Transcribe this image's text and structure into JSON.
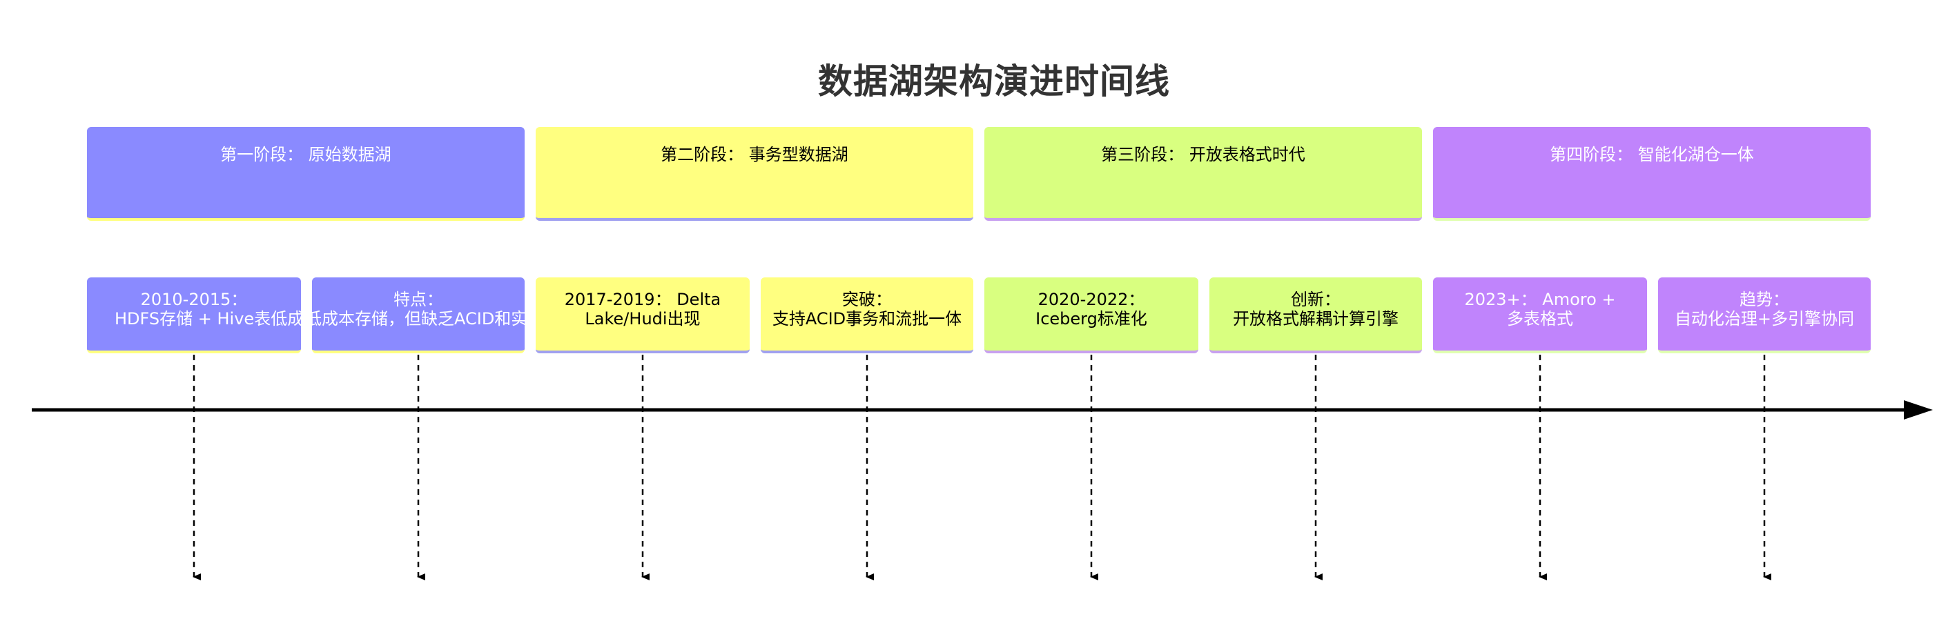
{
  "title": "数据湖架构演进时间线",
  "phases": [
    {
      "label": "第一阶段： 原始数据湖"
    },
    {
      "label": "第二阶段： 事务型数据湖"
    },
    {
      "label": "第三阶段： 开放表格式时代"
    },
    {
      "label": "第四阶段： 智能化湖仓一体"
    }
  ],
  "events": [
    {
      "line1": "2010-2015：",
      "line2": "HDFS存储 + Hive表低成本存储，但缺乏ACID和实时"
    },
    {
      "line1": "特点：",
      "line2": "低成本存储，但缺乏ACID和实时"
    },
    {
      "line1": "2017-2019： Delta",
      "line2": "Lake/Hudi出现"
    },
    {
      "line1": "突破：",
      "line2": "支持ACID事务和流批一体"
    },
    {
      "line1": "2020-2022：",
      "line2": "Iceberg标准化"
    },
    {
      "line1": "创新：",
      "line2": "开放格式解耦计算引擎"
    },
    {
      "line1": "2023+： Amoro +",
      "line2": "多表格式"
    },
    {
      "line1": "趋势：",
      "line2": "自动化治理+多引擎协同"
    }
  ]
}
